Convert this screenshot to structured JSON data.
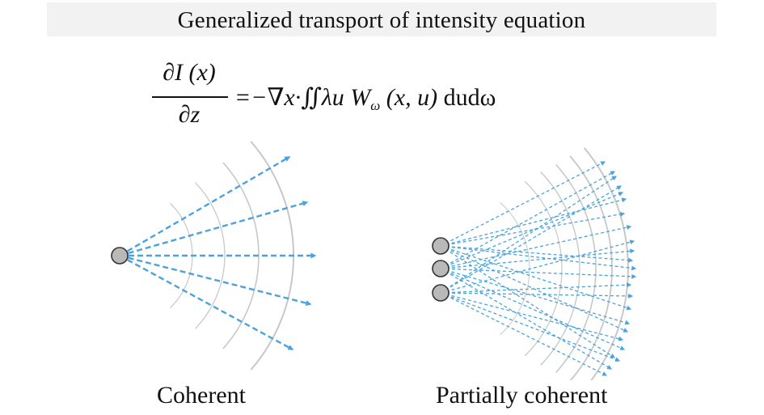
{
  "title": "Generalized transport of intensity equation",
  "equation": {
    "numerator": "∂I (x)",
    "denominator": "∂z",
    "rhs_lead": "=−∇x·∬λu W",
    "rhs_subscript": "ω",
    "rhs_args": " (x, u) ",
    "rhs_tail": "dudω"
  },
  "labels": {
    "coherent": "Coherent",
    "partial": "Partially coherent"
  },
  "colors": {
    "ray": "#4aa3dc",
    "wavefront": "#c8c8c8",
    "source_fill": "#b9b9b9",
    "source_stroke": "#333333"
  }
}
